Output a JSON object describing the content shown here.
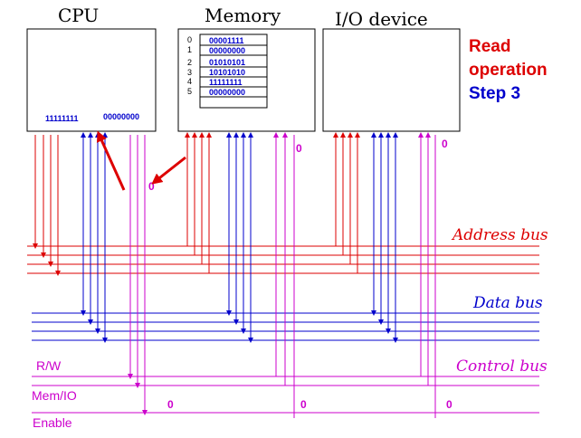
{
  "titles": {
    "cpu": "CPU",
    "memory": "Memory",
    "io": "I/O device"
  },
  "status": {
    "line1": "Read",
    "line2": "operation",
    "line3": "Step 3"
  },
  "cpu": {
    "reg_address": "11111111",
    "reg_data": "00000000"
  },
  "memory": {
    "cells": [
      {
        "addr": "0",
        "value": "00001111"
      },
      {
        "addr": "1",
        "value": "00000000"
      },
      {
        "addr": "2",
        "value": "01010101"
      },
      {
        "addr": "3",
        "value": "10101010"
      },
      {
        "addr": "4",
        "value": "11111111"
      },
      {
        "addr": "5",
        "value": "00000000"
      }
    ]
  },
  "buses": {
    "address": "Address bus",
    "data": "Data bus",
    "control": "Control bus"
  },
  "control_lines": {
    "rw": "R/W",
    "memio": "Mem/IO",
    "enable": "Enable"
  },
  "signals": {
    "cpu_rw_value": "0",
    "memory_tap": "0",
    "io_tap": "0",
    "memio_cpu": "0",
    "memio_memory": "0",
    "memio_io": "0"
  },
  "colors": {
    "address": "#dd0000",
    "data": "#0000cc",
    "control": "#cc00cc",
    "arrow": "#dd0000"
  }
}
